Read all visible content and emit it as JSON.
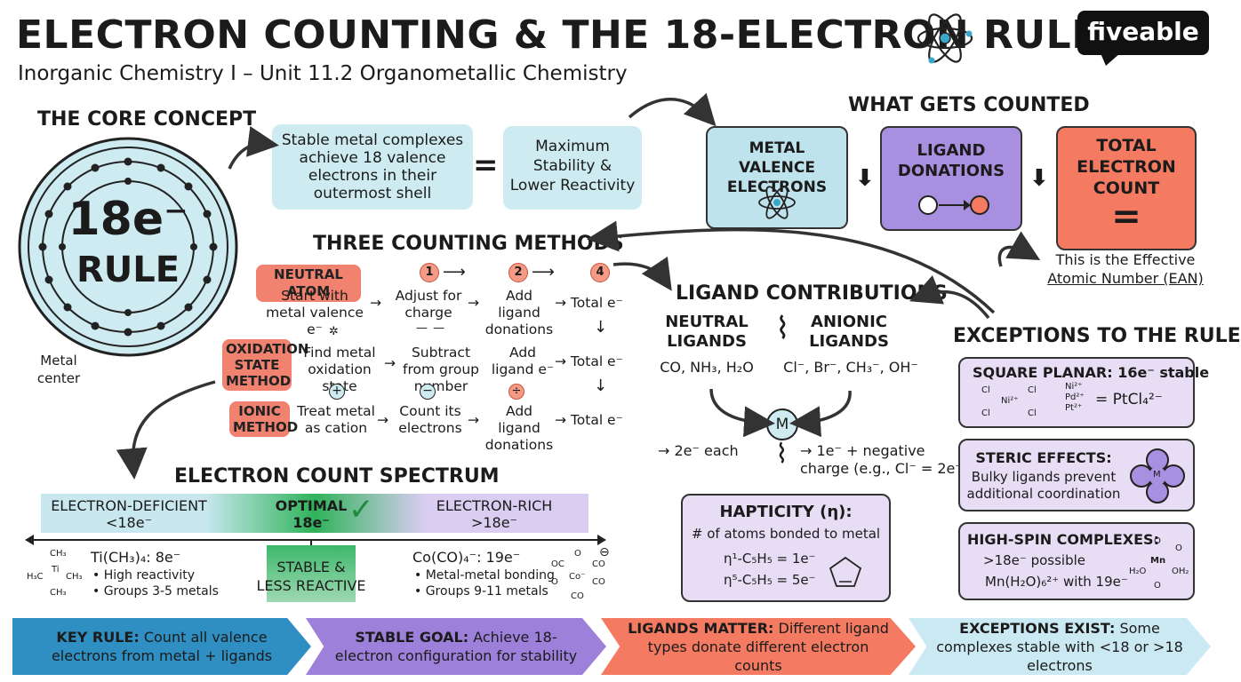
{
  "header": {
    "title": "ELECTRON COUNTING & THE 18-ELECTRON RULE",
    "subtitle": "Inorganic Chemistry I – Unit 11.2 Organometallic Chemistry",
    "logo": "fiveable"
  },
  "core": {
    "heading": "THE CORE CONCEPT",
    "circle_line1": "18e⁻",
    "circle_line2": "RULE",
    "metal_center": "Metal center",
    "statement": "Stable metal complexes achieve 18 valence electrons in their outermost shell",
    "equals": "=",
    "result": "Maximum Stability & Lower Reactivity"
  },
  "counted": {
    "heading": "WHAT GETS COUNTED",
    "metal": "METAL VALENCE ELECTRONS",
    "ligand": "LIGAND DONATIONS",
    "total": "TOTAL ELECTRON COUNT",
    "total_symbol": "=",
    "ean_line1": "This is the Effective",
    "ean_line2": "Atomic Number (EAN)",
    "colors": {
      "metal": "#bfe3ec",
      "ligand": "#a98fe0",
      "total": "#f47a61"
    }
  },
  "methods": {
    "heading": "THREE COUNTING METHODS",
    "nums": [
      "1",
      "2",
      "4"
    ],
    "neutral": {
      "label": "NEUTRAL ATOM",
      "s1": "Start with metal valence e⁻",
      "s2": "Adjust for charge",
      "s3": "Add ligand donations",
      "s4": "Total e⁻"
    },
    "oxidation": {
      "label": "OXIDATION STATE METHOD",
      "s1": "Find metal oxidation state",
      "s2": "Subtract from group number",
      "s3": "Add ligand e⁻",
      "s4": "Total e⁻"
    },
    "ionic": {
      "label": "IONIC METHOD",
      "s1": "Treat metal as cation",
      "s2": "Count its electrons",
      "s3": "Add ligand donations",
      "s4": "Total e⁻",
      "sym1": "+",
      "sym2": "−",
      "sym3": "÷"
    }
  },
  "contrib": {
    "heading": "LIGAND CONTRIBUTIONS",
    "neutral_title": "NEUTRAL LIGANDS",
    "neutral_examples": "CO, NH₃, H₂O",
    "anionic_title": "ANIONIC LIGANDS",
    "anionic_examples": "Cl⁻, Br⁻, CH₃⁻, OH⁻",
    "metal": "M",
    "neutral_rule": "→ 2e⁻ each",
    "anionic_rule_line1": "→ 1e⁻ + negative",
    "anionic_rule_line2": "charge (e.g., Cl⁻ = 2e⁻)"
  },
  "hapticity": {
    "title": "HAPTICITY (η):",
    "desc": "# of atoms bonded to metal",
    "eta1": "η¹-C₅H₅ = 1e⁻",
    "eta5": "η⁵-C₅H₅ = 5e⁻"
  },
  "exceptions": {
    "heading": "EXCEPTIONS TO THE RULE",
    "square_title": "SQUARE PLANAR: 16e⁻ stable",
    "square_ions": [
      "Ni²⁺",
      "Pd²⁺",
      "Pt²⁺"
    ],
    "square_formula": "= PtCl₄²⁻",
    "square_struct": {
      "ligand": "Cl",
      "metal": "Ni²⁺"
    },
    "steric_title": "STERIC EFFECTS:",
    "steric_line1": "Bulky ligands prevent",
    "steric_line2": "additional coordination",
    "steric_m": "M",
    "hs_title": "HIGH-SPIN COMPLEXES:",
    "hs_line1": ">18e⁻ possible",
    "hs_line2": "Mn(H₂O)₆²⁺ with 19e⁻",
    "hs_struct": {
      "metal": "Mn",
      "o": "O",
      "h2o": "H₂O",
      "oh2": "OH₂"
    }
  },
  "spectrum": {
    "heading": "ELECTRON COUNT SPECTRUM",
    "deficient": "ELECTRON-DEFICIENT",
    "deficient_sub": "<18e⁻",
    "optimal": "OPTIMAL",
    "optimal_sub": "18e⁻",
    "rich": "ELECTRON-RICH",
    "rich_sub": ">18e⁻",
    "ti_formula": "Ti(CH₃)₄: 8e⁻",
    "ti_b1": "• High reactivity",
    "ti_b2": "• Groups 3-5 metals",
    "ti_struct": {
      "ch3": "CH₃",
      "h3c": "H₃C",
      "ti": "Ti"
    },
    "stable_line1": "STABLE &",
    "stable_line2": "LESS REACTIVE",
    "co_formula": "Co(CO)₄⁻: 19e⁻",
    "co_b1": "• Metal-metal bonding",
    "co_b2": "• Groups 9-11 metals",
    "co_struct": {
      "oc": "OC",
      "co": "CO",
      "o": "O",
      "c": "C",
      "metal": "Co⁻",
      "minus": "⊖"
    }
  },
  "banners": [
    {
      "bold": "KEY RULE:",
      "text": " Count all valence electrons from metal + ligands",
      "color": "#2f8ec2"
    },
    {
      "bold": "STABLE GOAL:",
      "text": " Achieve 18-electron configuration for stability",
      "color": "#9d80da"
    },
    {
      "bold": "LIGANDS MATTER:",
      "text": " Different ligand types donate different electron counts",
      "color": "#f47a61"
    },
    {
      "bold": "EXCEPTIONS EXIST:",
      "text": " Some complexes stable with <18 or >18 electrons",
      "color": "#cbe9f2"
    }
  ]
}
